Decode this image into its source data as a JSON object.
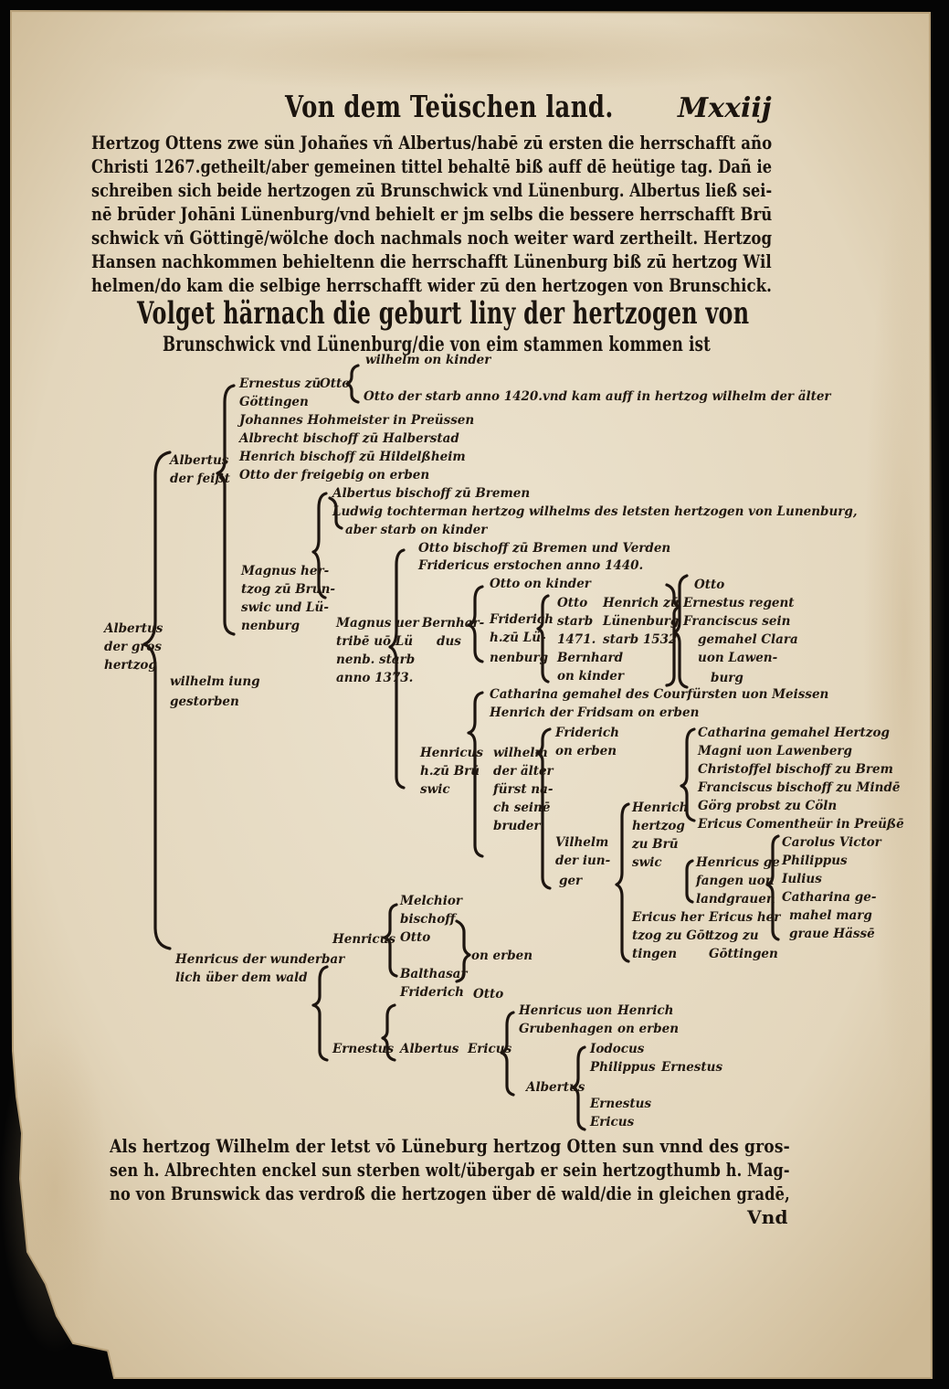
{
  "header": {
    "title": "Von dem Teüschen land.",
    "folio": "Mxxiij"
  },
  "intro": {
    "lines": [
      "Hertzog Ottens zwe sün Johañes vñ Albertus/habē zū ersten die herrschafft año",
      "Christi 1267.getheilt/aber gemeinen tittel behaltē biß auff dē heütige tag. Dañ ie",
      "schreiben sich beide hertzogen zū Brunschwick vnd Lünenburg. Albertus ließ sei-",
      "nē brūder Johāni Lünenburg/vnd behielt er jm selbs die bessere herrschafft Brū",
      "schwick vñ Göttingē/wölche doch nachmals noch weiter ward zertheilt. Hertzog",
      "Hansen nachkommen behieltenn die herrschafft Lünenburg biß zū hertzog Wil",
      "helmen/do kam die selbige herrschafft wider zū den hertzogen von Brunschick."
    ]
  },
  "tree_title": {
    "line1": "Volget härnach die geburt liny der hertzogen von",
    "line2": "Brunschwick vnd Lünenburg/die von eim stammen kommen ist"
  },
  "tree": {
    "wilhelm_on_kinder": "wilhelm on kinder",
    "ernestus_1": "Ernestus zū",
    "ernestus_2": "Göttingen",
    "otto_a": "Otto",
    "otto_1420": "Otto der starb anno 1420.vnd kam auff in hertzog wilhelm der älter",
    "johannes": "Johannes Hohmeister in Preüssen",
    "albrecht": "Albrecht bischoff zū Halberstad",
    "heinrich_hild": "Henrich bischoff zū Hildelßheim",
    "otto_freig": "Otto der freigebig on erben",
    "albertus_feist_1": "Albertus",
    "albertus_feist_2": "der feißt",
    "albertus_bremen": "Albertus bischoff zū Bremen",
    "ludwig_1": "Ludwig tochterman hertzog wilhelms des letsten hertzogen von Lunenburg,",
    "ludwig_2": "aber starb on kinder",
    "otto_bremen": "Otto bischoff zū Bremen und Verden",
    "fridericus_erst": "Fridericus erstochen anno 1440.",
    "otto_on_kinder": "Otto on kinder",
    "magnus_1": "Magnus her-",
    "magnus_2": "tzog zū Brun-",
    "magnus_3": "swic und Lü-",
    "magnus_4": "nenburg",
    "magnus_tr_1": "Magnus uer",
    "magnus_tr_2": "tribē uō Lü",
    "magnus_tr_3": "nenb. starb",
    "magnus_tr_4": "anno 1373.",
    "bernhardus_1": "Bernhar-",
    "bernhardus_2": "dus",
    "friderich_l_1": "Friderich",
    "friderich_l_2": "h.zū Lü-",
    "friderich_l_3": "nenburg",
    "otto_starb_1": "Otto",
    "otto_starb_2": "starb",
    "otto_starb_3": "1471.",
    "henrich_lun_1": "Henrich zū",
    "henrich_lun_2": "Lünenburg",
    "henrich_lun_3": "starb 1532.",
    "bernhard_1": "Bernhard",
    "bernhard_2": "on kinder",
    "otto_r": "Otto",
    "ernestus_regent": "Ernestus regent",
    "franciscus_sein": "Franciscus sein",
    "gemahel_clara": "gemahel Clara",
    "uon_lawen": "uon Lawen-",
    "burg": "burg",
    "albertus_gros_1": "Albertus",
    "albertus_gros_2": "der gros",
    "albertus_gros_3": "hertzog",
    "wilhelm_iung_1": "wilhelm iung",
    "wilhelm_iung_2": "gestorben",
    "catharina_meissen": "Catharina gemahel des Courfürsten uon Meissen",
    "henrich_fridsam": "Henrich der Fridsam on erben",
    "friderich_oe_1": "Friderich",
    "friderich_oe_2": "on erben",
    "catharina_h_1": "Catharina gemahel Hertzog",
    "catharina_h_2": "Magni uon Lawenberg",
    "christoffel": "Christoffel bischoff zu Brem",
    "franciscus_minde": "Franciscus bischoff zu Mindē",
    "gorg": "Görg probst zu Cöln",
    "ericus_com": "Ericus Comentheür in Preüßē",
    "henricus_b_1": "Henricus",
    "henricus_b_2": "h.zū Brū",
    "henricus_b_3": "swic",
    "wilhelm_alt_1": "wilhelm",
    "wilhelm_alt_2": "der älter",
    "wilhelm_alt_3": "fürst na-",
    "wilhelm_alt_4": "ch seinē",
    "wilhelm_alt_5": "bruder",
    "henrich_h_1": "Henrich",
    "henrich_h_2": "hertzog",
    "henrich_h_3": "zu Brū",
    "henrich_h_4": "swic",
    "wilhelm_jung_1": "Vilhelm",
    "wilhelm_jung_2": "der iun-",
    "wilhelm_jung_3": "ger",
    "carolus": "Carolus Victor",
    "philippus_r": "Philippus",
    "iulius": "Iulius",
    "catharina_g_1": "Catharina ge-",
    "catharina_g_2": "mahel marg",
    "catharina_g_3": "graue Hässē",
    "henricus_gef_1": "Henricus ge",
    "henricus_gef_2": "fangen uon",
    "henricus_gef_3": "landgrauen",
    "ericus_g_1": "Ericus her",
    "ericus_g_2": "tzog zu Gōt",
    "ericus_g_3": "tingen",
    "ericus_h2_1": "Ericus her",
    "ericus_h2_2": "tzog zu",
    "ericus_h2_3": "Gōttingen",
    "melchior_1": "Melchior",
    "melchior_2": "bischoff",
    "otto_m": "Otto",
    "henricus_m": "Henricus",
    "on_erben": "on erben",
    "balthasar": "Balthasar",
    "friderich_b": "Friderich",
    "otto_b": "Otto",
    "henricus_wunder_1": "Henricus der wunderbar",
    "henricus_wunder_2": "lich über dem wald",
    "henricus_uon_1": "Henricus uon",
    "henricus_uon_2": "Grubenhagen",
    "henrich_oe_1": "Henrich",
    "henrich_oe_2": "on erben",
    "ernestus_l": "Ernestus",
    "albertus_l": "Albertus",
    "ericus_l": "Ericus",
    "iodocus": "Iodocus",
    "philippus_l": "Philippus",
    "ernestus_ll": "Ernestus",
    "albertus_ll": "Albertus",
    "ernestus_lll": "Ernestus",
    "ericus_ll": "Ericus"
  },
  "footer": {
    "lines": [
      "Als hertzog Wilhelm der letst vō Lüneburg hertzog Otten sun vnnd des gros-",
      "sen h. Albrechten enckel sun sterben wolt/übergab er sein hertzogthumb h. Mag-",
      "no von Brunswick das verdroß die hertzogen über dē wald/die in gleichen gradē,"
    ],
    "catchword": "Vnd"
  },
  "colors": {
    "paper": "#e5d9c1",
    "paper_edge": "#cdb995",
    "ink": "#1b140e",
    "stain": "#c9b48e"
  }
}
